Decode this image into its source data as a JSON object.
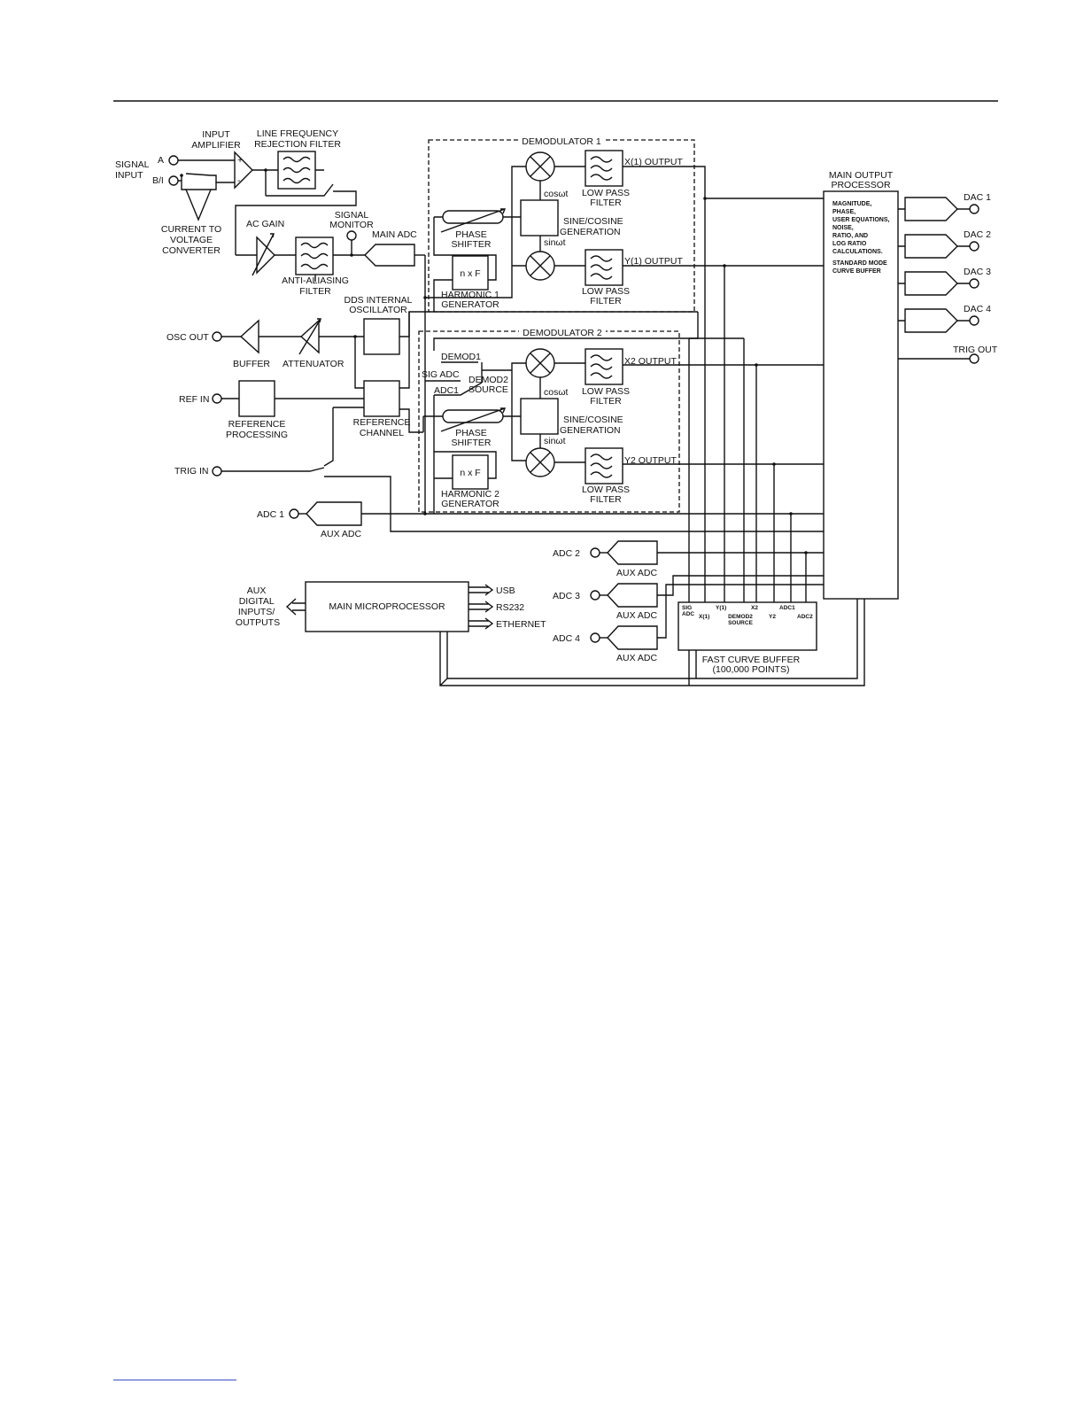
{
  "labels": {
    "signal_input": [
      "SIGNAL",
      "INPUT"
    ],
    "a": "A",
    "bi": "B/I",
    "input_amplifier": [
      "INPUT",
      "AMPLIFIER"
    ],
    "line_freq_filter": [
      "LINE FREQUENCY",
      "REJECTION FILTER"
    ],
    "current_to_voltage": [
      "CURRENT TO",
      "VOLTAGE",
      "CONVERTER"
    ],
    "ac_gain": "AC GAIN",
    "signal_monitor": [
      "SIGNAL",
      "MONITOR"
    ],
    "main_adc": "MAIN ADC",
    "anti_aliasing": [
      "ANTI-ALIASING",
      "FILTER"
    ],
    "dds_osc": [
      "DDS INTERNAL",
      "OSCILLATOR"
    ],
    "osc_out": "OSC OUT",
    "buffer": "BUFFER",
    "attenuator": "ATTENUATOR",
    "ref_in": "REF IN",
    "reference_processing": [
      "REFERENCE",
      "PROCESSING"
    ],
    "reference_channel": [
      "REFERENCE",
      "CHANNEL"
    ],
    "trig_in": "TRIG IN",
    "adc1": "ADC 1",
    "aux_adc": "AUX ADC",
    "adc2": "ADC 2",
    "adc3": "ADC 3",
    "adc4": "ADC 4",
    "demod1": "DEMODULATOR 1",
    "demod2": "DEMODULATOR 2",
    "phase_shifter": [
      "PHASE",
      "SHIFTER"
    ],
    "nxf": "n x F",
    "harmonic1": [
      "HARMONIC 1",
      "GENERATOR"
    ],
    "harmonic2": [
      "HARMONIC 2",
      "GENERATOR"
    ],
    "sine_cosine": [
      "SINE/COSINE",
      "GENERATION"
    ],
    "cos": "cosωt",
    "sin": "sinωt",
    "low_pass": [
      "LOW PASS",
      "FILTER"
    ],
    "x1_output": "X(1) OUTPUT",
    "y1_output": "Y(1) OUTPUT",
    "x2_output": "X2 OUTPUT",
    "y2_output": "Y2 OUTPUT",
    "demod1_sw": "DEMOD1",
    "sig_adc": "SIG ADC",
    "adc1_sw": "ADC1",
    "demod2_source": [
      "DEMOD2",
      "SOURCE"
    ],
    "main_output_processor": [
      "MAIN OUTPUT",
      "PROCESSOR"
    ],
    "mop_desc": [
      "MAGNITUDE,",
      "PHASE,",
      "USER EQUATIONS,",
      "NOISE,",
      "RATIO, AND",
      "LOG RATIO",
      "CALCULATIONS."
    ],
    "mop_buffer": [
      "STANDARD MODE",
      "CURVE BUFFER"
    ],
    "dac1": "DAC 1",
    "dac2": "DAC 2",
    "dac3": "DAC 3",
    "dac4": "DAC 4",
    "trig_out": "TRIG OUT",
    "aux_digital": [
      "AUX",
      "DIGITAL",
      "INPUTS/",
      "OUTPUTS"
    ],
    "main_micro": "MAIN MICROPROCESSOR",
    "usb": "USB",
    "rs232": "RS232",
    "ethernet": "ETHERNET",
    "fcb_inputs": {
      "sig_adc": [
        "SIG",
        "ADC"
      ],
      "x1": "X(1)",
      "y1": "Y(1)",
      "demod2_source": [
        "DEMOD2",
        "SOURCE"
      ],
      "x2": "X2",
      "y2": "Y2",
      "adc1": "ADC1",
      "adc2": "ADC2"
    },
    "fast_curve_buffer": [
      "FAST CURVE BUFFER",
      "(100,000 POINTS)"
    ]
  }
}
